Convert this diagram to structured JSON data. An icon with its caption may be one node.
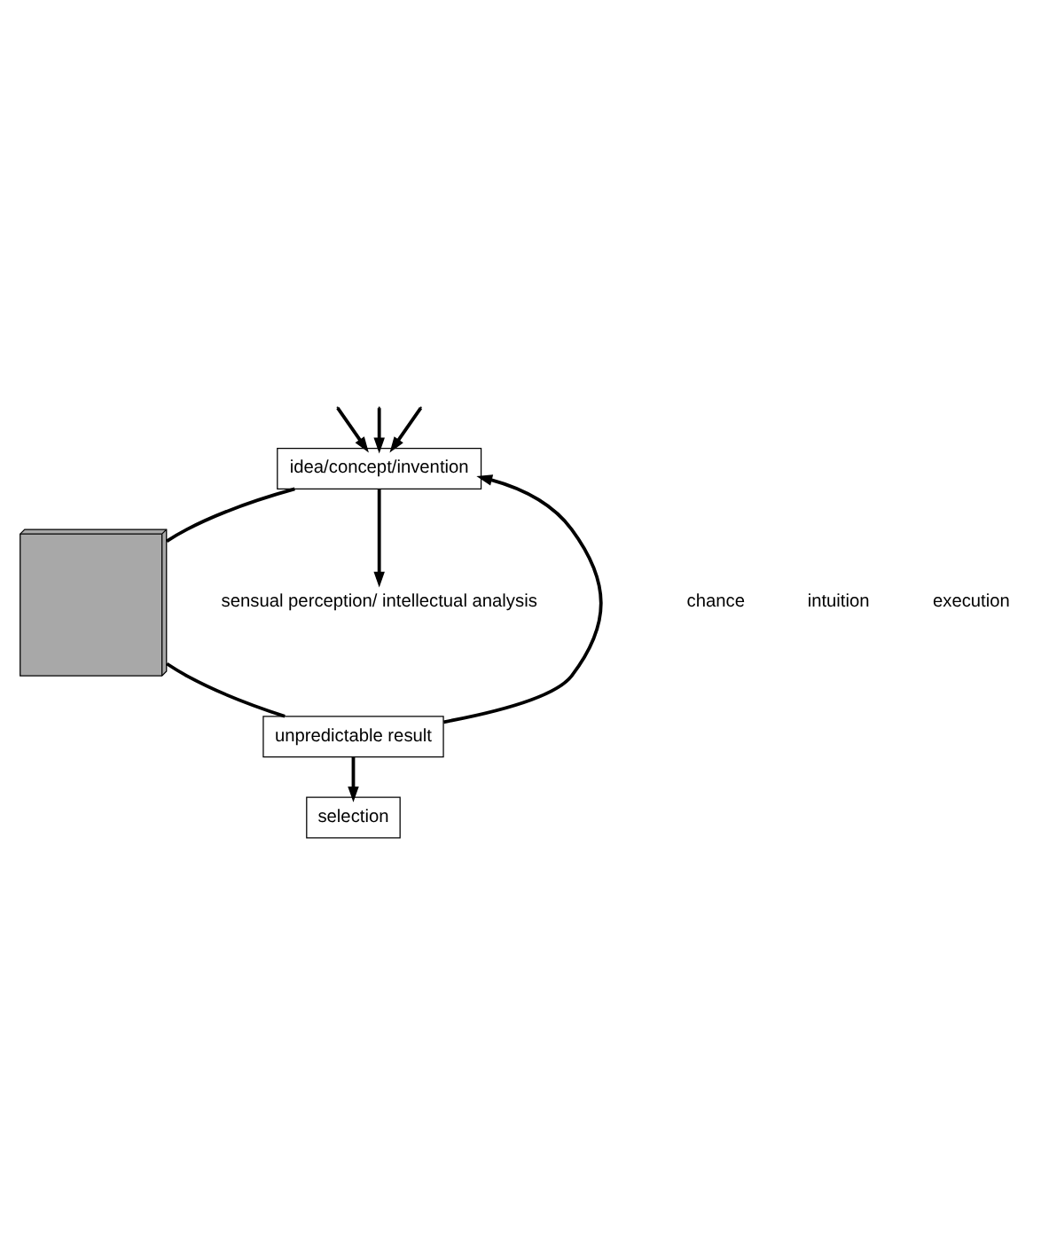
{
  "diagram": {
    "nodes": [
      {
        "text": [
          "idea/concept/invention"
        ]
      },
      {
        "text": [],
        "shape": "box"
      },
      {
        "text": [
          "unpredictable result"
        ]
      },
      {
        "text": [
          "sensual perception/ intellectual analysis"
        ]
      },
      {
        "text": [
          "selection"
        ]
      }
    ],
    "edges": [
      {
        "from": null,
        "to": 0,
        "arrow": "to"
      },
      {
        "from": null,
        "to": 0,
        "arrow": "to"
      },
      {
        "from": null,
        "to": 0,
        "arrow": "to"
      },
      {
        "from": 0,
        "to": 1,
        "arrow": "none"
      },
      {
        "from": 1,
        "to": 2,
        "arrow": "none"
      },
      {
        "from": 2,
        "to": 0,
        "arrow": "to"
      },
      {
        "from": 0,
        "to": 3,
        "arrow": "to"
      },
      {
        "from": 2,
        "to": 4,
        "arrow": "to"
      }
    ],
    "labels": [
      "chance",
      "intuition",
      "execution"
    ]
  }
}
